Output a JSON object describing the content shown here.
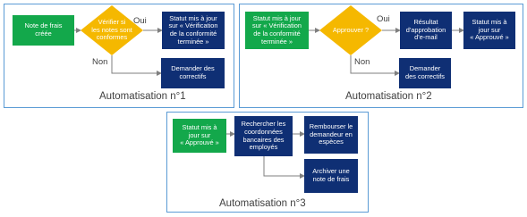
{
  "panels": {
    "a1": {
      "title": "Automatisation n°1",
      "start": "Note de frais\ncréée",
      "decision": "Vérifier si\nles notes sont\nconformes",
      "yes_label": "Oui",
      "no_label": "Non",
      "yes_box": "Statut mis à jour\nsur « Vérification\nde la conformité\nterminée »",
      "no_box": "Demander des\ncorrectifs"
    },
    "a2": {
      "title": "Automatisation n°2",
      "start": "Statut mis à jour\nsur « Vérification\nde la conformité\nterminée »",
      "decision": "Approuver ?",
      "yes_label": "Oui",
      "no_label": "Non",
      "yes_box": "Résultat\nd'approbation\nd'e-mail",
      "final_box": "Statut mis à\njour sur\n« Approuvé »",
      "no_box": "Demander\ndes correctifs"
    },
    "a3": {
      "title": "Automatisation n°3",
      "start": "Statut mis à\njour sur\n« Approuvé »",
      "lookup_box": "Rechercher les\ncoordonnées\nbancaires des\nemployés",
      "refund_box": "Rembourser le\ndemandeur en\nespèces",
      "archive_box": "Archiver une\nnote de frais"
    }
  },
  "colors": {
    "panel_border": "#5b9bd5",
    "start_green": "#13a84b",
    "step_navy": "#0f2f74",
    "decision_gold": "#f5b800",
    "arrow": "#7f7f7f"
  }
}
